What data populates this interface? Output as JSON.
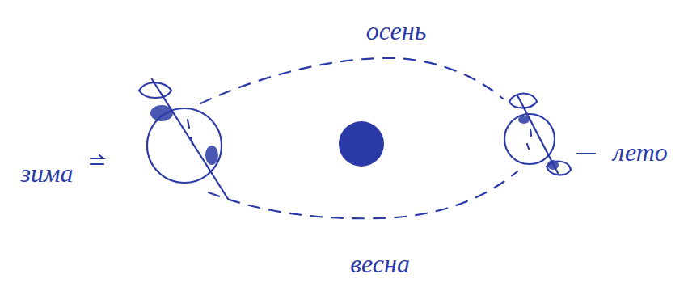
{
  "diagram": {
    "labels": [
      "осень",
      "зима",
      "лето",
      "весна"
    ]
  }
}
